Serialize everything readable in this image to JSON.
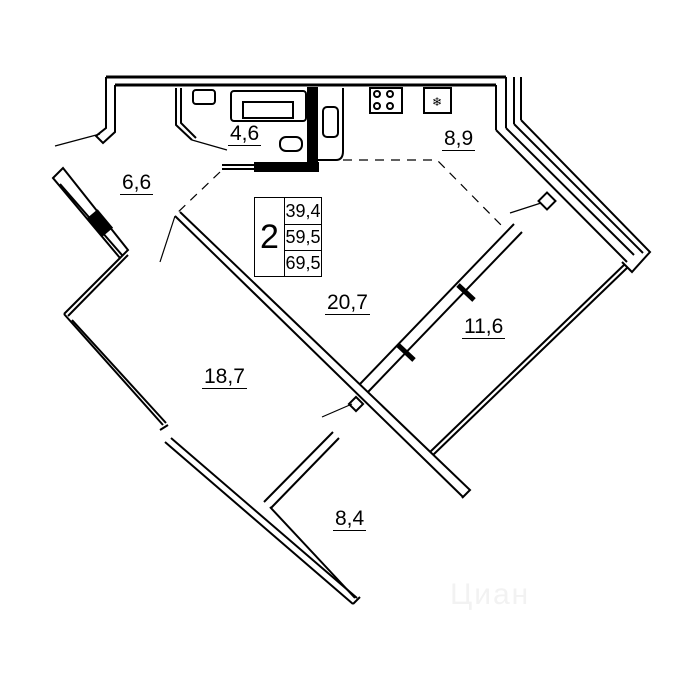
{
  "apartment": {
    "rooms_count": "2",
    "living_area": "39,4",
    "total_area": "59,5",
    "total_area_with_balconies": "69,5"
  },
  "rooms": {
    "hall": "6,6",
    "bathroom": "4,6",
    "kitchen": "8,9",
    "living_room": "20,7",
    "bedroom": "18,7",
    "balcony_right": "11,6",
    "balcony_bottom": "8,4"
  },
  "watermark": "Циан"
}
